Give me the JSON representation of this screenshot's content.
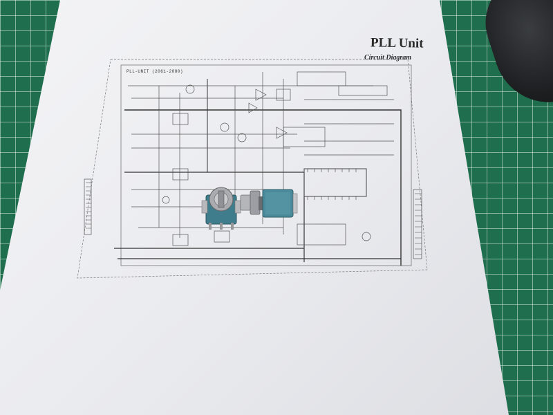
{
  "document": {
    "title": "PLL Unit",
    "subtitle": "Circuit Diagram",
    "schematic_label": "PLL-UNIT (2061-2080)"
  },
  "objects": [
    "paper-sheet",
    "cutting-mat",
    "rotary-encoder-left",
    "rotary-potentiometer-right",
    "dark-mouse"
  ]
}
